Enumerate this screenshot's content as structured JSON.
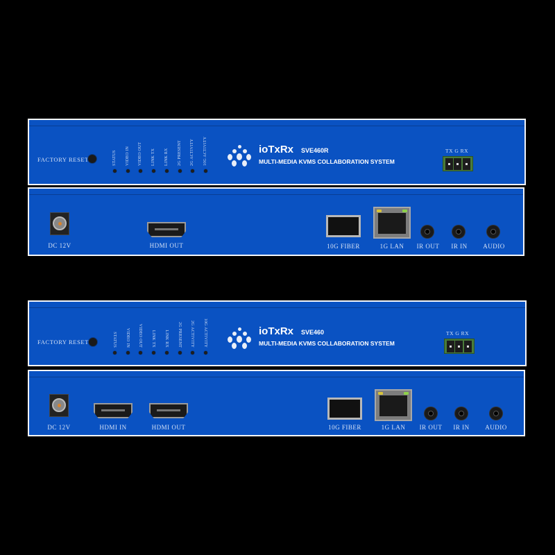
{
  "colors": {
    "background": "#000000",
    "panel_blue": "#0a52c2",
    "panel_border": "#f4f6fa",
    "terminal_green": "#4a7c3a"
  },
  "units": [
    {
      "front": {
        "factory_reset_label": "FACTORY RESET",
        "led_labels": [
          "STATUS",
          "VIDEO IN",
          "VIDEO OUT",
          "LINK TX",
          "LINK RX",
          "2G PRESENT",
          "2G ACTIVITY",
          "10G ACTIVITY"
        ],
        "brand": "ioTxRx",
        "model": "SVE460R",
        "tagline": "MULTI-MEDIA KVMS COLLABORATION SYSTEM",
        "terminal_labels": "TX  G  RX"
      },
      "rear": {
        "ports": [
          {
            "id": "dc",
            "label": "DC 12V"
          },
          {
            "id": "hdmi-out",
            "label": "HDMI OUT"
          },
          {
            "id": "fiber",
            "label": "10G FIBER"
          },
          {
            "id": "lan",
            "label": "1G LAN"
          },
          {
            "id": "ir-out",
            "label": "IR OUT"
          },
          {
            "id": "ir-in",
            "label": "IR IN"
          },
          {
            "id": "audio",
            "label": "AUDIO"
          }
        ]
      }
    },
    {
      "front": {
        "factory_reset_label": "FACTORY RESET",
        "led_labels": [
          "STATUS",
          "VIDEO IN",
          "VIDEO OUT",
          "LINK TX",
          "LINK RX",
          "2G PRESENT",
          "2G ACTIVITY",
          "10G ACTIVITY"
        ],
        "brand": "ioTxRx",
        "model": "SVE460",
        "tagline": "MULTI-MEDIA KVMS COLLABORATION SYSTEM",
        "terminal_labels": "TX  G  RX"
      },
      "rear": {
        "ports": [
          {
            "id": "dc",
            "label": "DC 12V"
          },
          {
            "id": "hdmi-in",
            "label": "HDMI IN"
          },
          {
            "id": "hdmi-out",
            "label": "HDMI OUT"
          },
          {
            "id": "fiber",
            "label": "10G FIBER"
          },
          {
            "id": "lan",
            "label": "1G LAN"
          },
          {
            "id": "ir-out",
            "label": "IR OUT"
          },
          {
            "id": "ir-in",
            "label": "IR IN"
          },
          {
            "id": "audio",
            "label": "AUDIO"
          }
        ]
      }
    }
  ]
}
